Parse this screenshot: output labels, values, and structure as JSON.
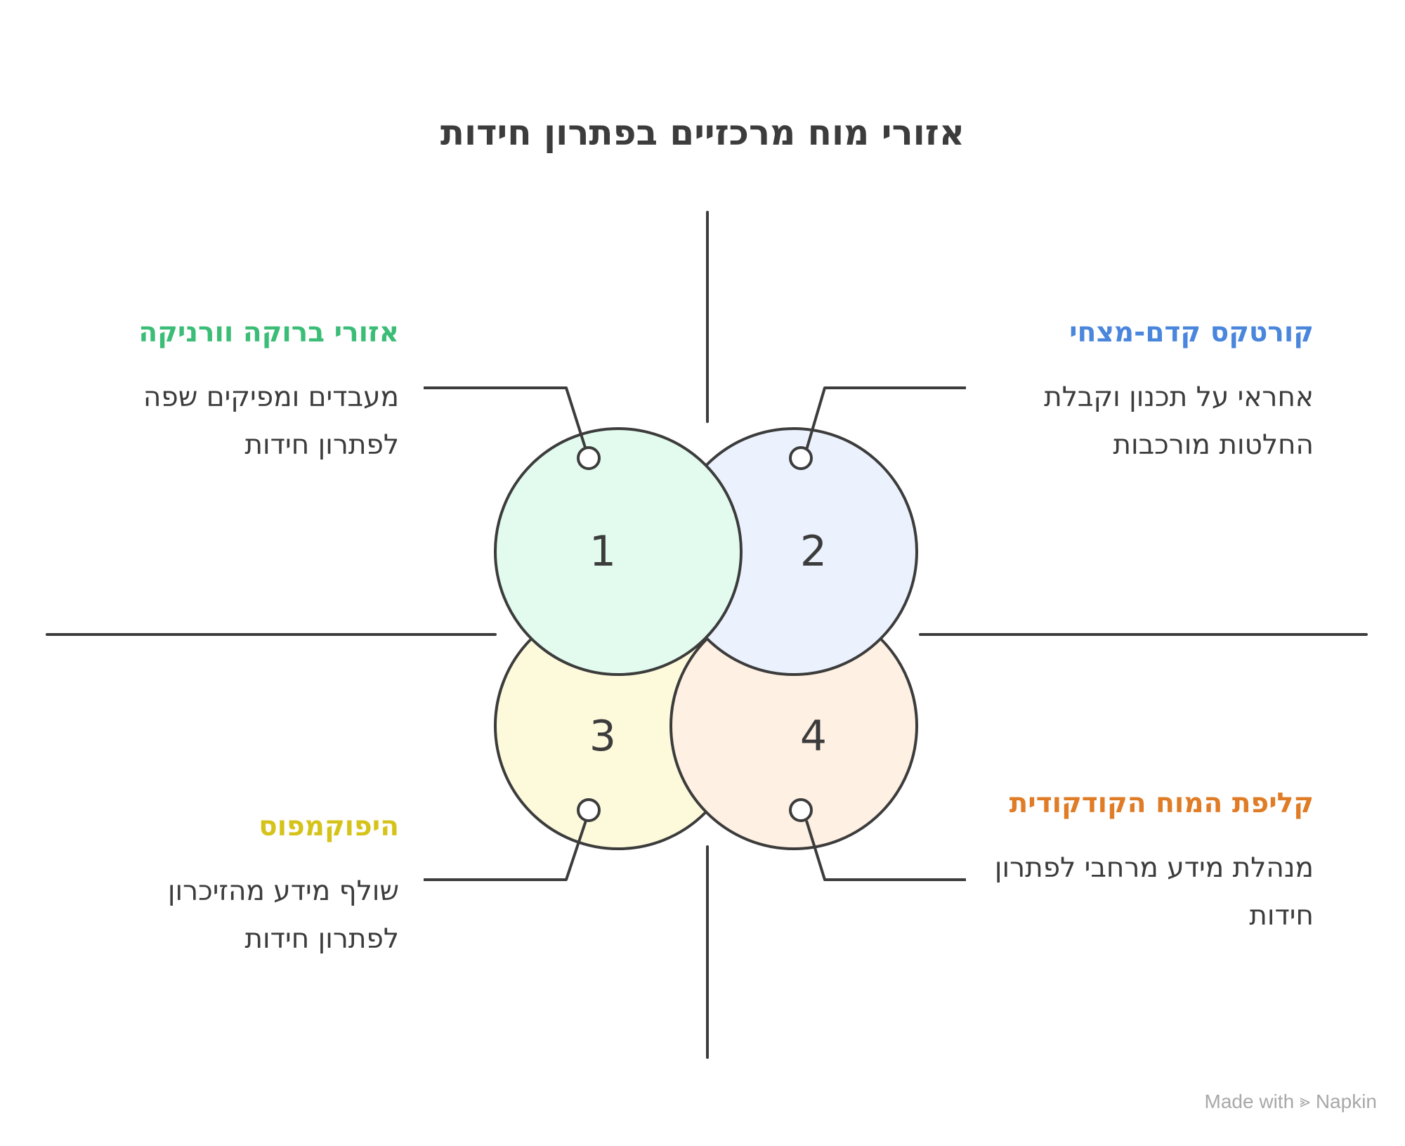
{
  "title": "אזורי מוח מרכזיים בפתרון חידות",
  "colors": {
    "outline": "#3c3c3c",
    "circle_1_fill": "#e2fbee",
    "circle_2_fill": "#ebf2fd",
    "circle_3_fill": "#fdfadc",
    "circle_4_fill": "#fef0e2",
    "heading_1": "#3bbd77",
    "heading_2": "#4a86dc",
    "heading_3": "#d6c31a",
    "heading_4": "#e07b26"
  },
  "items": [
    {
      "number": "1",
      "heading": "אזורי ברוקה וורניקה",
      "description": "מעבדים ומפיקים שפה לפתרון חידות"
    },
    {
      "number": "2",
      "heading": "קורטקס קדם-מצחי",
      "description": "אחראי על תכנון וקבלת החלטות מורכבות"
    },
    {
      "number": "3",
      "heading": "היפוקמפוס",
      "description": "שולף מידע מהזיכרון לפתרון חידות"
    },
    {
      "number": "4",
      "heading": "קליפת המוח הקודקודית",
      "description": "מנהלת מידע מרחבי לפתרון חידות"
    }
  ],
  "branding": {
    "prefix": "Made with",
    "logo_icon": "napkin-logo-icon",
    "name": "Napkin"
  }
}
